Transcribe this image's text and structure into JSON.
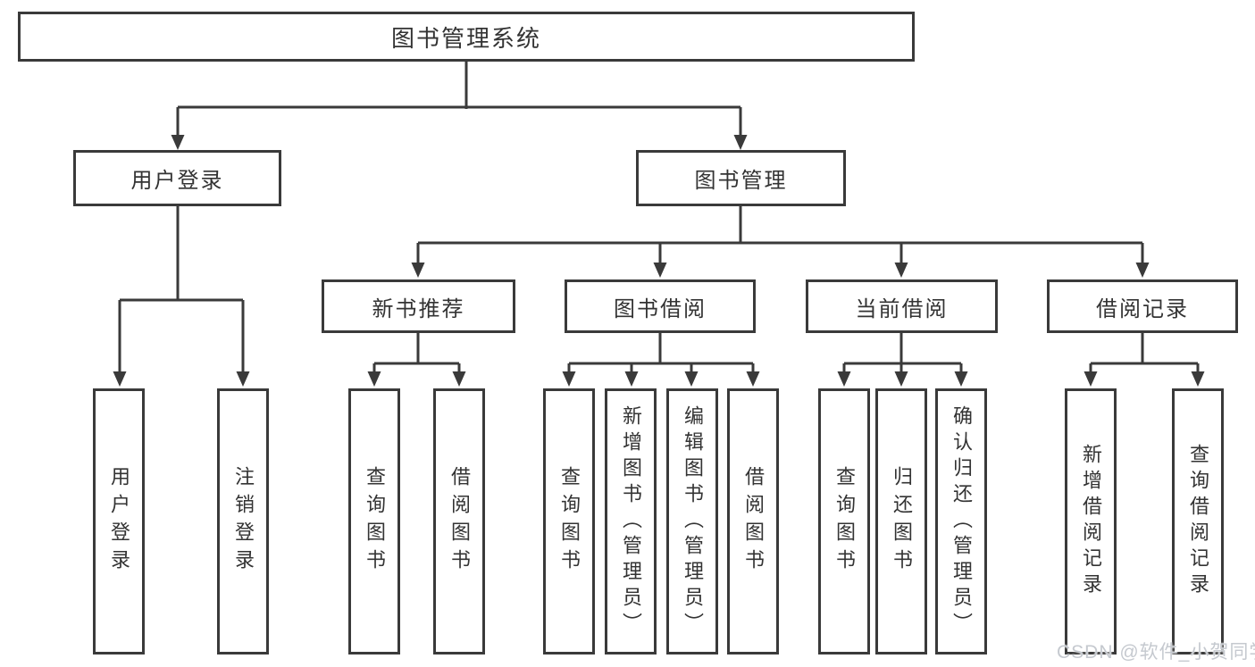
{
  "diagram": {
    "root": {
      "label": "图书管理系统"
    },
    "level2": [
      {
        "label": "用户登录"
      },
      {
        "label": "图书管理"
      }
    ],
    "level3": [
      {
        "label": "新书推荐"
      },
      {
        "label": "图书借阅"
      },
      {
        "label": "当前借阅"
      },
      {
        "label": "借阅记录"
      }
    ],
    "leaves": [
      {
        "label": "用户登录"
      },
      {
        "label": "注销登录"
      },
      {
        "label": "查询图书"
      },
      {
        "label": "借阅图书"
      },
      {
        "label": "查询图书"
      },
      {
        "label": "新增图书（管理员）"
      },
      {
        "label": "编辑图书（管理员）"
      },
      {
        "label": "借阅图书"
      },
      {
        "label": "查询图书"
      },
      {
        "label": "归还图书"
      },
      {
        "label": "确认归还（管理员）"
      },
      {
        "label": "新增借阅记录"
      },
      {
        "label": "查询借阅记录"
      }
    ]
  },
  "watermark": {
    "text": "CSDN @软件_小贺同学"
  },
  "colors": {
    "line": "#3a3a3a",
    "box_border": "#3a3a3a",
    "box_fill": "#ffffff",
    "text": "#333333",
    "watermark": "#c5c9cf",
    "background": "#ffffff"
  }
}
